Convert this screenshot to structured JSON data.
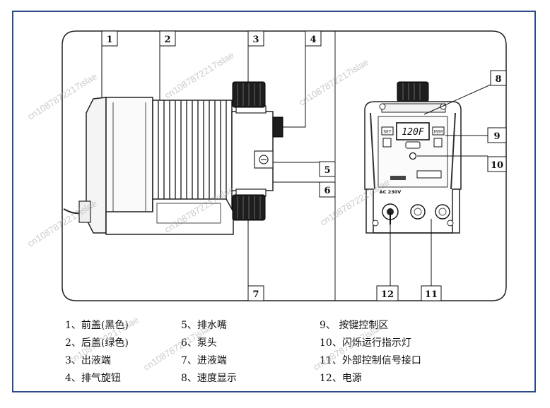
{
  "callouts": {
    "n1": "1",
    "n2": "2",
    "n3": "3",
    "n4": "4",
    "n5": "5",
    "n6": "6",
    "n7": "7",
    "n8": "8",
    "n9": "9",
    "n10": "10",
    "n11": "11",
    "n12": "12"
  },
  "display": {
    "speed": "120F",
    "voltage": "AC 230V",
    "btn_left": "SET",
    "btn_right": "M/M"
  },
  "legend": {
    "i1": "1、前盖(黑色)",
    "i2": "2、后盖(绿色)",
    "i3": "3、出液端",
    "i4": "4、排气旋钮",
    "i5": "5、排水嘴",
    "i6": "6、泵头",
    "i7": "7、进液端",
    "i8": "8、速度显示",
    "i9": "9、 按键控制区",
    "i10": "10、闪烁运行指示灯",
    "i11": "11、外部控制信号接口",
    "i12": "12、电源"
  },
  "watermark": "cn1087872217islae"
}
